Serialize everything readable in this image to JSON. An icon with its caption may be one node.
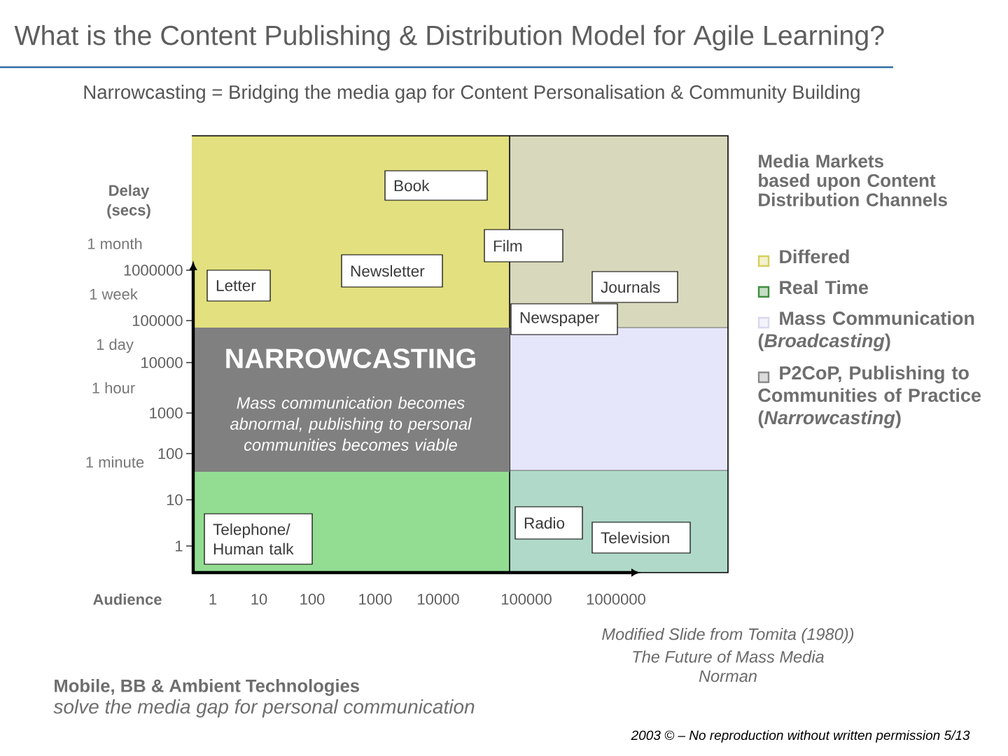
{
  "diagram": {
    "title": "What is the Content Publishing & Distribution Model for Agile Learning?",
    "nodes": [
      {
        "text": [
          "Book"
        ]
      },
      {
        "text": [
          "Film"
        ]
      },
      {
        "text": [
          "Letter"
        ]
      },
      {
        "text": [
          "Newsletter"
        ]
      },
      {
        "text": [
          "Journals"
        ]
      },
      {
        "text": [
          "Newspaper"
        ]
      },
      {
        "text": [
          "NARROWCASTING",
          "Mass communication becomes abnormal, publishing to personal communities becomes viable"
        ]
      },
      {
        "text": [
          "Telephone/ Human talk"
        ]
      },
      {
        "text": [
          "Radio"
        ]
      },
      {
        "text": [
          "Television"
        ]
      }
    ],
    "labels": [
      "Narrowcasting = Bridging the media gap for Content Personalisation & Community Building",
      "Media Markets based upon Content Distribution Channels",
      "Delay (secs)",
      "1 month",
      "1000000",
      "1 week",
      "100000",
      "1 day",
      "10000",
      "1 hour",
      "1000",
      "1 minute",
      "100",
      "10",
      "1",
      "Audience",
      "1",
      "10",
      "100",
      "1000",
      "10000",
      "100000",
      "1000000",
      "Modified Slide from Tomita (1980))",
      "The Future of Mass Media",
      "Norman",
      "Mobile, BB & Ambient Technologies",
      "solve the media gap for personal communication",
      "2003 © – No reproduction without written permission 5/13"
    ],
    "legend": [
      {
        "text": "Differed",
        "color": "#d6cf5c"
      },
      {
        "text": "Real Time",
        "color": "#3f8f3f"
      },
      {
        "text": "Mass Communication (*Broadcasting*)",
        "color": "#d8d8ee"
      },
      {
        "text": "P2CoP, Publishing to Communities of Practice (*Narrowcasting*)",
        "color": "#8a8a8a"
      }
    ]
  }
}
